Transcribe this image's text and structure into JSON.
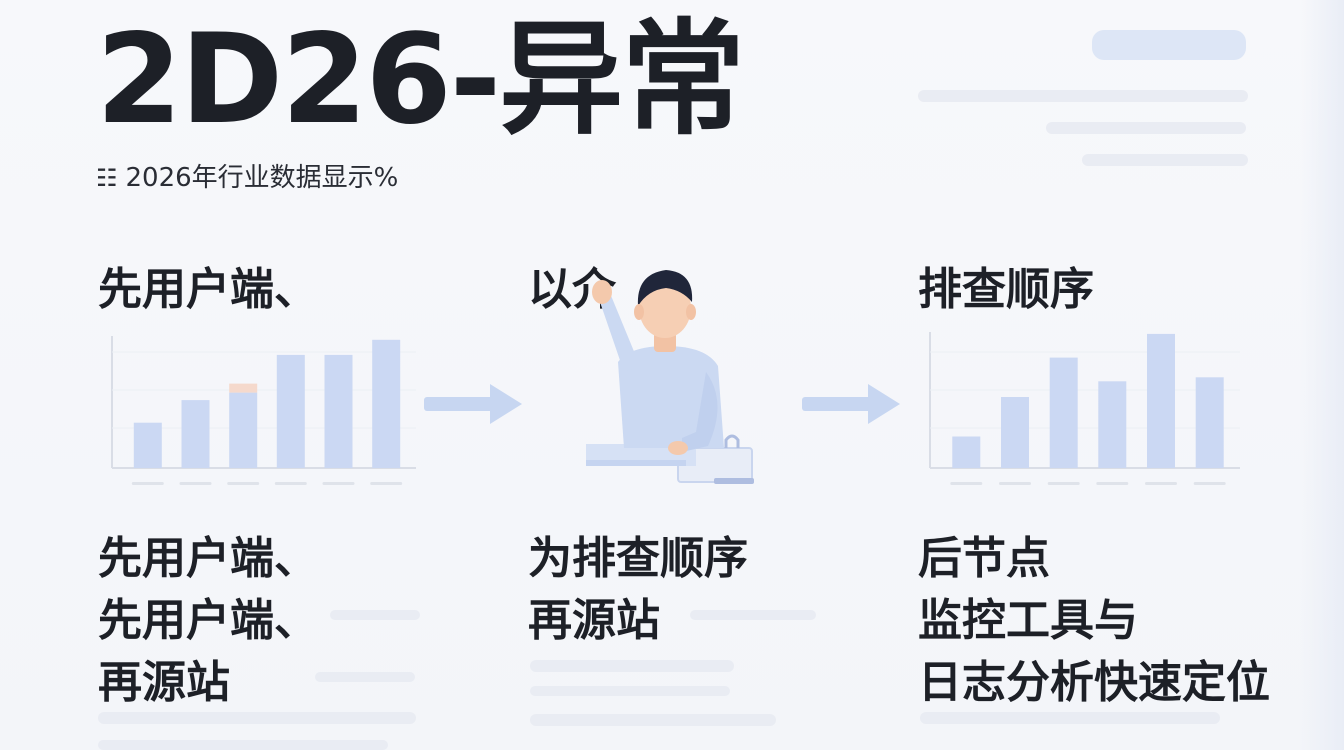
{
  "header": {
    "title": "2D26-异常",
    "subtitle": "2026年行业数据显示%",
    "subtitle_icon": "document-icon"
  },
  "columns": [
    {
      "heading": "先用户端、",
      "lines": [
        "先用户端、",
        "先用户端、",
        "再源站"
      ]
    },
    {
      "heading": "以介",
      "lines": [
        "为排查顺序",
        "再源站"
      ]
    },
    {
      "heading": "排查顺序",
      "lines": [
        "后节点",
        "监控工具与",
        "日志分析快速定位"
      ]
    }
  ],
  "icons": [
    "person-illustration",
    "arrow-right-icon",
    "bar-chart"
  ],
  "colors": {
    "bar": "#cbd8f3",
    "highlight": "#f5d9cc",
    "arrow": "#c7d6f1",
    "text": "#1d2027"
  },
  "chart_data": [
    {
      "type": "bar",
      "categories": [
        "",
        "",
        "",
        "",
        "",
        ""
      ],
      "values": [
        1.2,
        1.8,
        2.0,
        3.0,
        3.0,
        3.4
      ],
      "ylim": [
        0,
        3.5
      ]
    },
    {
      "type": "bar",
      "categories": [
        "",
        "",
        "",
        "",
        "",
        ""
      ],
      "values": [
        0.8,
        1.8,
        2.8,
        2.2,
        3.4,
        2.3
      ],
      "ylim": [
        0,
        3.5
      ]
    }
  ]
}
